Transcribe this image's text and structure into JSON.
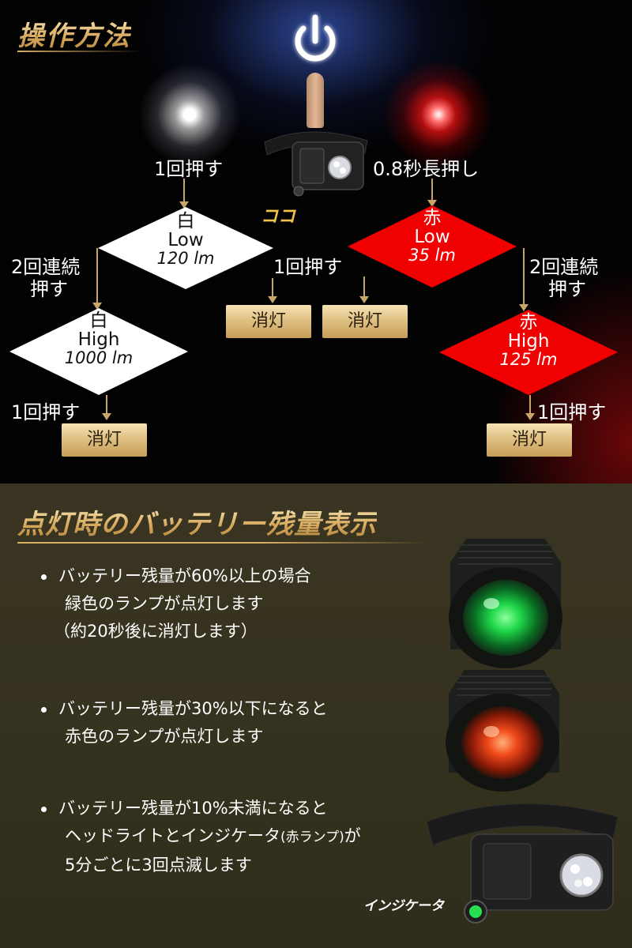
{
  "top": {
    "title": "操作方法",
    "koko": "ココ",
    "labels": {
      "press_once_top_left": "1回押す",
      "long_press": "0.8秒長押し",
      "double_press_left_1": "2回連続",
      "double_press_left_2": "押す",
      "press_once_middle": "1回押す",
      "double_press_right_1": "2回連続",
      "double_press_right_2": "押す",
      "press_once_bottom_left": "1回押す",
      "press_once_bottom_right": "1回押す"
    },
    "modes": {
      "white_low": {
        "color": "白",
        "mode": "Low",
        "lumen": "120 lm"
      },
      "white_high": {
        "color": "白",
        "mode": "High",
        "lumen": "1000 lm"
      },
      "red_low": {
        "color": "赤",
        "mode": "Low",
        "lumen": "35 lm"
      },
      "red_high": {
        "color": "赤",
        "mode": "High",
        "lumen": "125 lm"
      }
    },
    "off_label": "消灯"
  },
  "bottom": {
    "title": "点灯時のバッテリー残量表示",
    "items": [
      {
        "lines": [
          "バッテリー残量が60%以上の場合",
          "緑色のランプが点灯します",
          "（約20秒後に消灯します）"
        ]
      },
      {
        "lines": [
          "バッテリー残量が30%以下になると",
          "赤色のランプが点灯します"
        ]
      },
      {
        "lines": [
          "バッテリー残量が10%未満になると",
          "ヘッドライトとインジケータ",
          "(赤ランプ)",
          "が",
          "5分ごとに3回点滅します"
        ]
      }
    ],
    "indicator_label": "インジケータ"
  },
  "colors": {
    "gold": "#d9ad62",
    "red_diamond": "#f00000",
    "white_diamond": "#ffffff",
    "bottom_bg": "#35321f"
  }
}
